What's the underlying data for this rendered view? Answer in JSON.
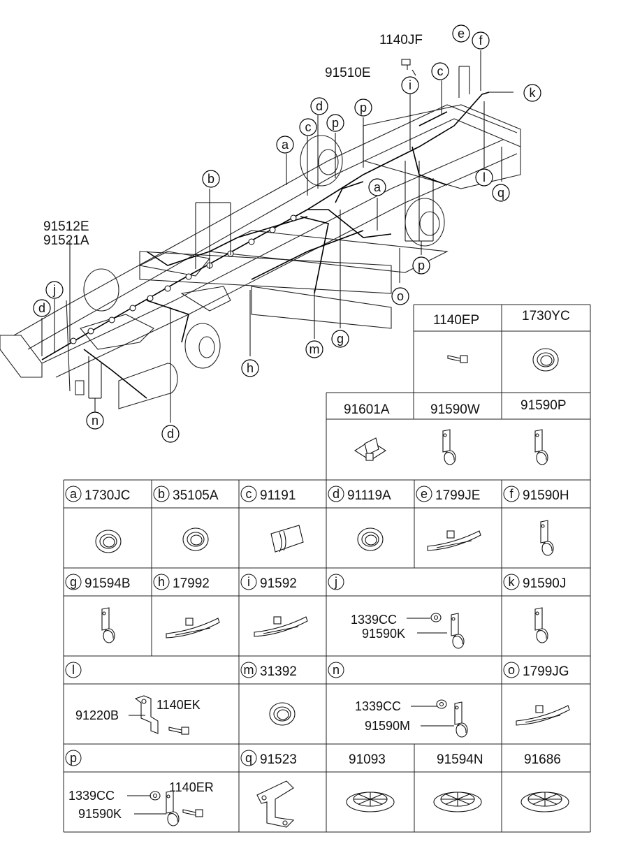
{
  "diagram_labels": {
    "part_1140JF": "1140JF",
    "part_91510E": "91510E",
    "part_91512E": "91512E",
    "part_91521A": "91521A"
  },
  "top_table": {
    "row1": [
      {
        "code": "1140EP",
        "icon": "bolt-icon"
      },
      {
        "code": "1730YC",
        "icon": "grommet-icon"
      }
    ],
    "row2": [
      {
        "code": "91601A",
        "icon": "retainer-clip-icon"
      },
      {
        "code": "91590W",
        "icon": "clamp-icon"
      },
      {
        "code": "91590P",
        "icon": "clamp-icon"
      }
    ]
  },
  "parts_table": {
    "row_a": [
      {
        "letter": "a",
        "code": "1730JC",
        "icon": "grommet-icon"
      },
      {
        "letter": "b",
        "code": "35105A",
        "icon": "grommet-icon"
      },
      {
        "letter": "c",
        "code": "91191",
        "icon": "protector-icon"
      },
      {
        "letter": "d",
        "code": "91119A",
        "icon": "grommet-icon"
      },
      {
        "letter": "e",
        "code": "1799JE",
        "icon": "cable-tie-icon"
      },
      {
        "letter": "f",
        "code": "91590H",
        "icon": "clamp-icon"
      }
    ],
    "row_g": [
      {
        "letter": "g",
        "code": "91594B",
        "icon": "clamp-icon"
      },
      {
        "letter": "h",
        "code": "17992",
        "icon": "cable-tie-icon"
      },
      {
        "letter": "i",
        "code": "91592",
        "icon": "cable-tie-icon"
      },
      {
        "letter": "j",
        "code": "",
        "callouts": [
          "1339CC",
          "91590K"
        ]
      },
      {
        "letter": "k",
        "code": "91590J",
        "icon": "clamp-icon"
      }
    ],
    "row_l": [
      {
        "letter": "l",
        "code": "",
        "callouts": [
          "91220B",
          "1140EK"
        ]
      },
      {
        "letter": "m",
        "code": "31392",
        "icon": "grommet-icon"
      },
      {
        "letter": "n",
        "code": "",
        "callouts": [
          "1339CC",
          "91590M"
        ]
      },
      {
        "letter": "o",
        "code": "1799JG",
        "icon": "cable-tie-icon"
      }
    ],
    "row_p": [
      {
        "letter": "p",
        "code": "",
        "callouts": [
          "1339CC",
          "91590K",
          "1140ER"
        ]
      },
      {
        "letter": "q",
        "code": "91523",
        "icon": "bracket-icon"
      },
      {
        "letter": "",
        "code": "91093",
        "icon": "plug-icon"
      },
      {
        "letter": "",
        "code": "91594N",
        "icon": "plug-icon"
      },
      {
        "letter": "",
        "code": "91686",
        "icon": "plug-icon"
      }
    ]
  }
}
